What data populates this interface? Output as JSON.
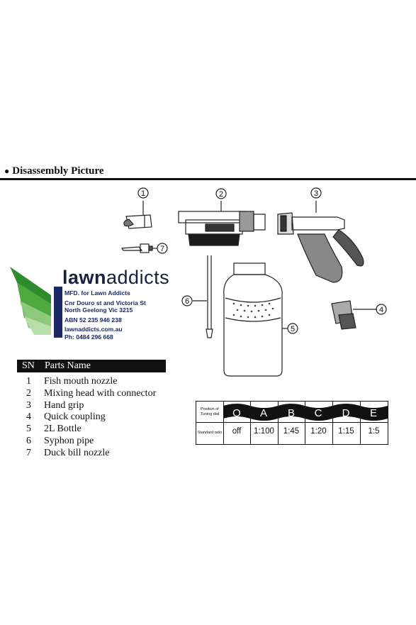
{
  "section": {
    "title": "Disassembly Picture"
  },
  "callouts": [
    "1",
    "2",
    "3",
    "4",
    "5",
    "6",
    "7"
  ],
  "logo": {
    "brand_part1": "lawn",
    "brand_part2": "addicts",
    "lines": [
      "MFD. for Lawn Addicts",
      "Cnr Douro st and Victoria St",
      "North Geelong Vic 3215",
      "ABN 52 235 946 238",
      "lawnaddicts.com.au",
      "Ph: 0484 296 668"
    ],
    "colors": {
      "dark_green": "#2e8b2e",
      "mid_green": "#4ea83c",
      "light_green": "#8cc97a",
      "pale_green": "#b9dfa9",
      "navy": "#1b2a66"
    }
  },
  "parts_table": {
    "headers": {
      "sn": "SN",
      "name": "Parts Name"
    },
    "rows": [
      {
        "sn": "1",
        "name": "Fish mouth nozzle"
      },
      {
        "sn": "2",
        "name": "Mixing head with connector"
      },
      {
        "sn": "3",
        "name": "Hand grip"
      },
      {
        "sn": "4",
        "name": "Quick coupling"
      },
      {
        "sn": "5",
        "name": "2L Bottle"
      },
      {
        "sn": "6",
        "name": "Syphon pipe"
      },
      {
        "sn": "7",
        "name": "Duck bill nozzle"
      }
    ]
  },
  "ratio_table": {
    "position_label": "Position of Tuning dial",
    "ratio_label": "Standard ratio",
    "positions": [
      "O",
      "A",
      "B",
      "C",
      "D",
      "E"
    ],
    "ratios": [
      "off",
      "1:100",
      "1:45",
      "1:20",
      "1:15",
      "1:5"
    ]
  }
}
